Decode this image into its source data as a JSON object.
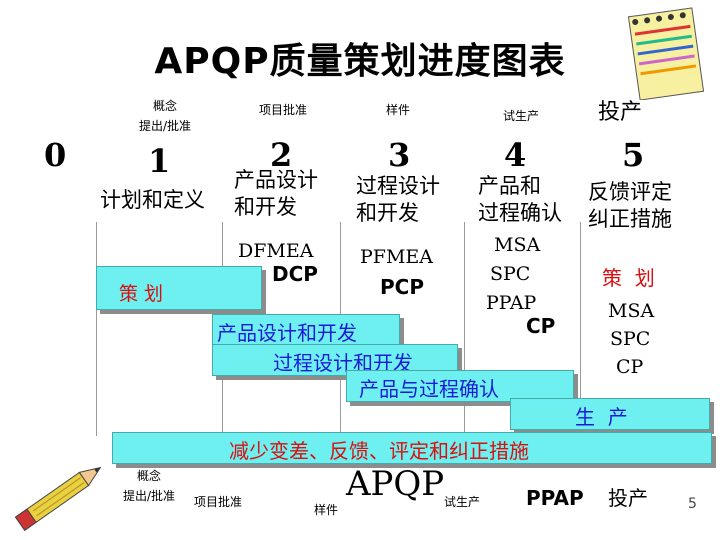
{
  "title": "APQP质量策划进度图表",
  "milestones_top": {
    "concept": [
      "概念",
      "提出/批准"
    ],
    "program": "项目批准",
    "prototype": "样件",
    "pilot": "试生产",
    "launch": "投产"
  },
  "phase_numbers": [
    "0",
    "1",
    "2",
    "3",
    "4",
    "5"
  ],
  "phases": {
    "p1": "计划和定义",
    "p2": [
      "产品设计",
      "和开发"
    ],
    "p3": [
      "过程设计",
      "和开发"
    ],
    "p4": [
      "产品和",
      "过程确认"
    ],
    "p5": [
      "反馈评定",
      "纠正措施"
    ]
  },
  "deliverables": {
    "dfmea": "DFMEA",
    "dcp": "DCP",
    "pfmea": "PFMEA",
    "pcp": "PCP",
    "msa": "MSA",
    "spc": "SPC",
    "ppap": "PPAP",
    "cp": "CP",
    "right_plan": "策  划",
    "right_msa": "MSA",
    "right_spc": "SPC",
    "right_cp": "CP"
  },
  "bars": {
    "planning": "策 划",
    "product_design": "产品设计和开发",
    "process_design": "过程设计和开发",
    "validation": "产品与过程确认",
    "production": "生  产",
    "feedback": "减少变差、反馈、评定和纠正措施"
  },
  "bottom": {
    "concept": [
      "概念",
      "提出/批准"
    ],
    "program": "项目批准",
    "prototype": "样件",
    "apqp": "APQP",
    "pilot": "试生产",
    "ppap": "PPAP",
    "launch": "投产",
    "page_number": "5"
  },
  "colors": {
    "bar_fill": "#6ff0f0",
    "blue_text": "#1a1ad8",
    "red_text": "#d81010"
  },
  "decorations": [
    "notebook-icon",
    "pencil-icon"
  ]
}
